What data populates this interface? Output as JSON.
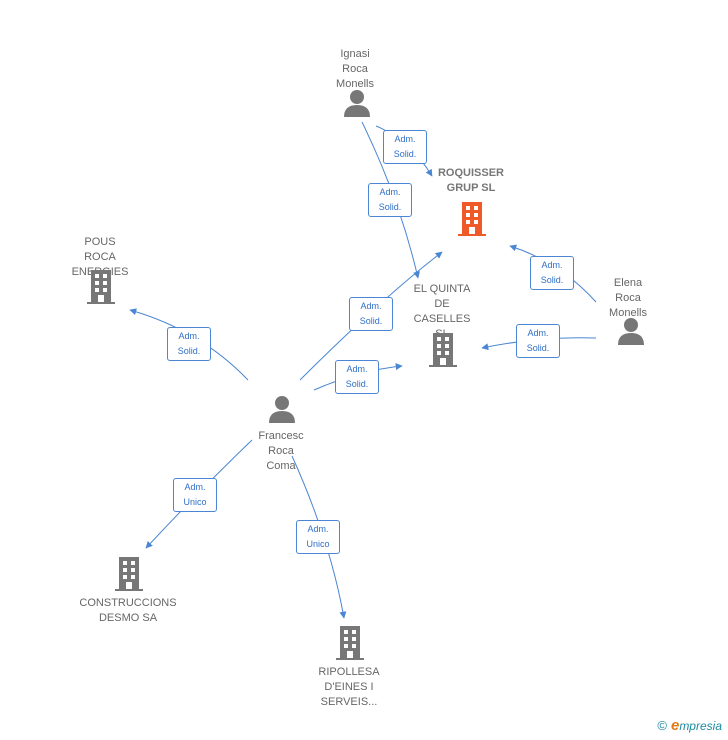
{
  "colors": {
    "edge": "#4a86d4",
    "person": "#777777",
    "company": "#777777",
    "highlight": "#f05a28"
  },
  "nodes": {
    "ignasi": {
      "label": "Ignasi Roca\nMonells",
      "kind": "person"
    },
    "roquisser": {
      "label": "ROQUISSER\nGRUP  SL",
      "kind": "company-highlight"
    },
    "pous": {
      "label": "POUS ROCA\nENERGIES SL",
      "kind": "company"
    },
    "quinta": {
      "label": "EL QUINTA\nDE\nCASELLES  SL",
      "kind": "company"
    },
    "elena": {
      "label": "Elena Roca\nMonells",
      "kind": "person"
    },
    "francesc": {
      "label": "Francesc\nRoca Coma",
      "kind": "person"
    },
    "construccions": {
      "label": "CONSTRUCCIONS\nDESMO SA",
      "kind": "company"
    },
    "ripollesa": {
      "label": "RIPOLLESA\nD'EINES I\nSERVEIS...",
      "kind": "company"
    }
  },
  "edges": [
    {
      "id": "ignasi-roquisser",
      "label": "Adm.\nSolid."
    },
    {
      "id": "ignasi-quinta",
      "label": "Adm.\nSolid."
    },
    {
      "id": "elena-roquisser",
      "label": "Adm.\nSolid."
    },
    {
      "id": "elena-quinta",
      "label": "Adm.\nSolid."
    },
    {
      "id": "francesc-pous",
      "label": "Adm.\nSolid."
    },
    {
      "id": "francesc-roquisser",
      "label": "Adm.\nSolid."
    },
    {
      "id": "francesc-quinta",
      "label": "Adm.\nSolid."
    },
    {
      "id": "francesc-construccions",
      "label": "Adm.\nUnico"
    },
    {
      "id": "francesc-ripollesa",
      "label": "Adm.\nUnico"
    }
  ],
  "footer": {
    "copyright": "©",
    "brand_first": "e",
    "brand_rest": "mpresia"
  }
}
